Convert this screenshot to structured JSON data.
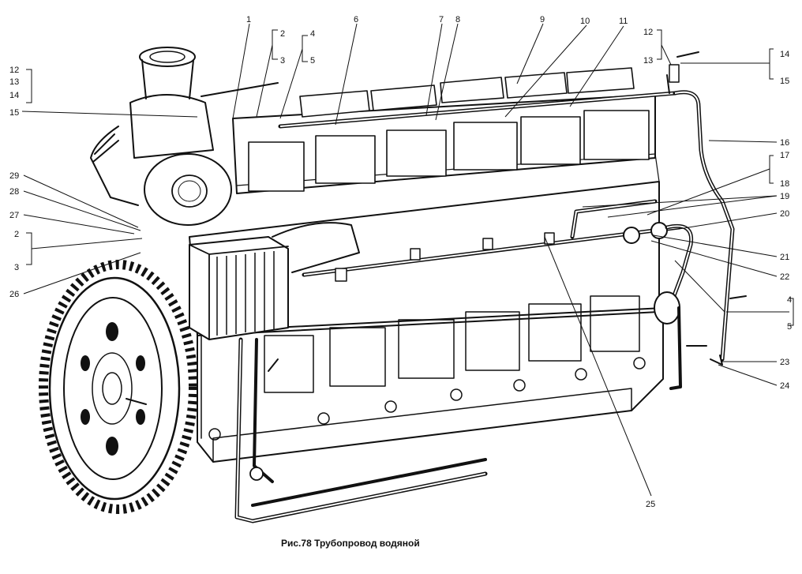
{
  "caption": "Рис.78 Трубопровод водяной",
  "callouts": {
    "l12a": "12",
    "l13a": "13",
    "l14a": "14",
    "l15a": "15",
    "c1": "1",
    "c2": "2",
    "c3": "3",
    "c4": "4",
    "c5": "5",
    "c6": "6",
    "c7": "7",
    "c8": "8",
    "c9": "9",
    "c10": "10",
    "c11": "11",
    "c12": "12",
    "c13": "13",
    "r14": "14",
    "r15": "15",
    "r16": "16",
    "r17": "17",
    "r18": "18",
    "r19": "19",
    "r20": "20",
    "r21": "21",
    "r22": "22",
    "r4": "4",
    "r5": "5",
    "r23": "23",
    "r24": "24",
    "b25": "25",
    "l29": "29",
    "l28": "28",
    "l27": "27",
    "l2": "2",
    "l3": "3",
    "l26": "26"
  }
}
